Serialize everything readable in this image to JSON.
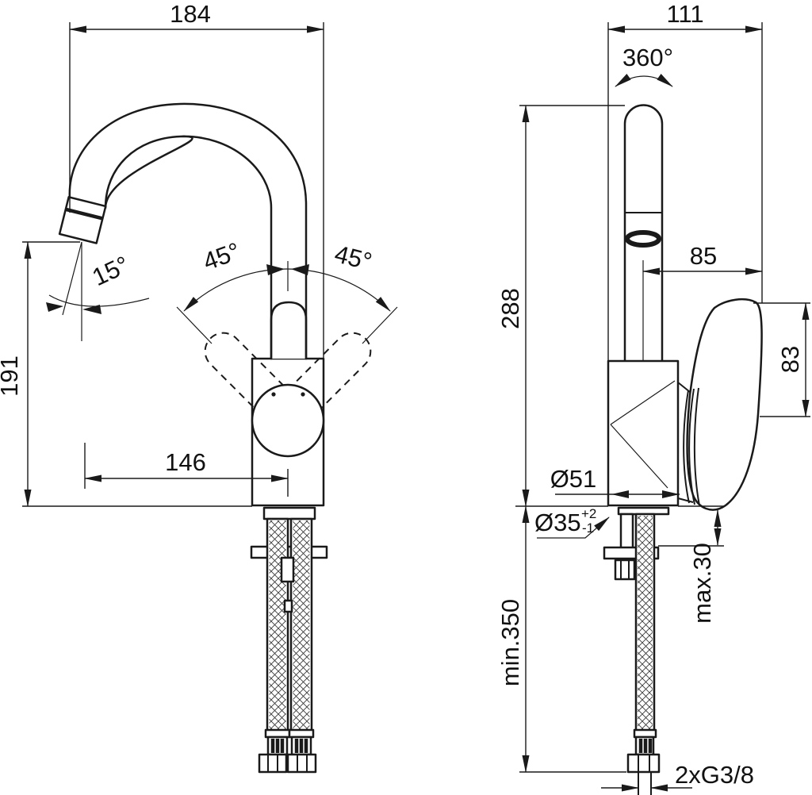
{
  "drawing": {
    "title": "single-lever-mixer-tap-dimensional-drawing",
    "ink_color": "#1a1a1a",
    "paper_color": "#ffffff",
    "left_view": {
      "dim_width": "184",
      "dim_height": "191",
      "dim_reach": "146",
      "dim_tilt_angle": "15°",
      "dim_swivel_left": "45°",
      "dim_swivel_right": "45°"
    },
    "right_view": {
      "dim_width": "111",
      "dim_rotation": "360°",
      "dim_height": "288",
      "dim_spout_offset": "85",
      "dim_handle_height": "83",
      "dim_body_diameter": "Ø51",
      "dim_hole_diameter": "Ø35",
      "dim_hole_tol_upper": "+2",
      "dim_hole_tol_lower": "-1",
      "dim_counter_thickness": "max.30",
      "dim_hose_length": "min.350",
      "dim_connection": "2xG3/8"
    }
  }
}
